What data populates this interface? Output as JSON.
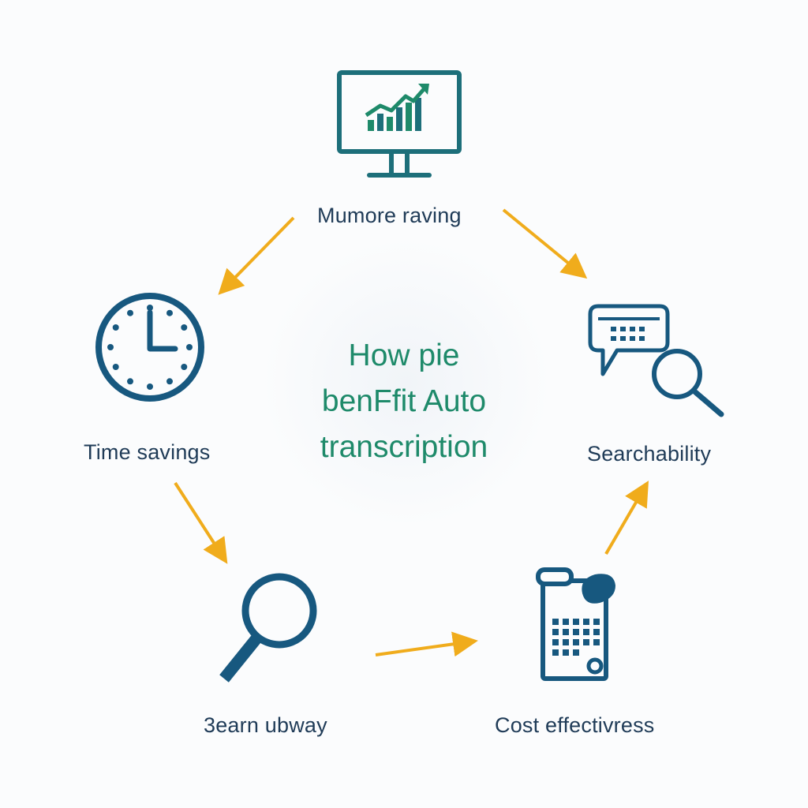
{
  "diagram": {
    "center_title": [
      "How pie",
      "benFfit Auto",
      "transcription"
    ],
    "nodes": {
      "top": {
        "label": "Mumore raving",
        "icon": "monitor-chart-icon"
      },
      "right": {
        "label": "Searchability",
        "icon": "chat-search-icon"
      },
      "bottom_right": {
        "label": "Cost effectivress",
        "icon": "calculator-icon"
      },
      "bottom_left": {
        "label": "3earn ubway",
        "icon": "magnifier-icon"
      },
      "left": {
        "label": "Time savings",
        "icon": "clock-icon"
      }
    },
    "colors": {
      "icon": "#17587f",
      "icon_teal": "#1d6f7a",
      "chart_green": "#1e8a6a",
      "arrow": "#f0ac1c",
      "title": "#1e8a6a",
      "label": "#1f3b57"
    }
  }
}
